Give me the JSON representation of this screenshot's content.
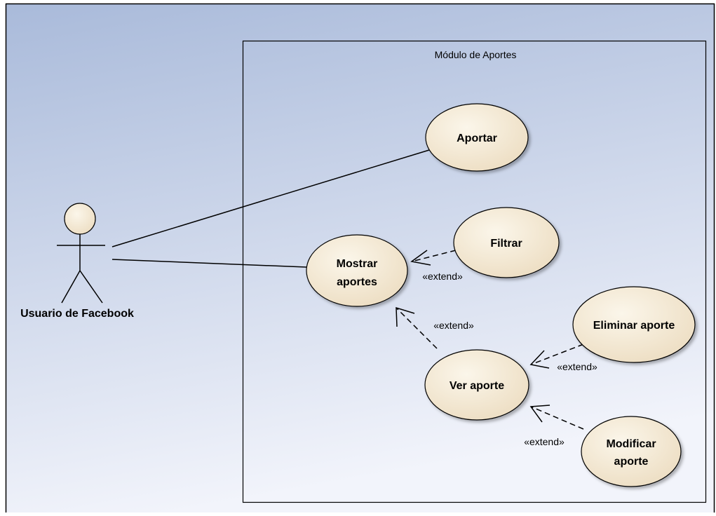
{
  "diagram": {
    "system_boundary": {
      "title": "Módulo de Aportes"
    },
    "actor": {
      "name": "Usuario de Facebook"
    },
    "use_cases": {
      "aportar": "Aportar",
      "mostrar_line1": "Mostrar",
      "mostrar_line2": "aportes",
      "filtrar": "Filtrar",
      "ver_aporte": "Ver aporte",
      "eliminar_aporte": "Eliminar aporte",
      "modificar_line1": "Modificar",
      "modificar_line2": "aporte"
    },
    "relationships": {
      "extend_filtrar": "«extend»",
      "extend_ver": "«extend»",
      "extend_eliminar": "«extend»",
      "extend_modificar": "«extend»"
    },
    "colors": {
      "background_top": "#a9bada",
      "background_bottom": "#f2f4fb",
      "usecase_fill_light": "#fbf6ea",
      "usecase_fill_dark": "#ecdcc0",
      "stroke": "#000000"
    }
  }
}
